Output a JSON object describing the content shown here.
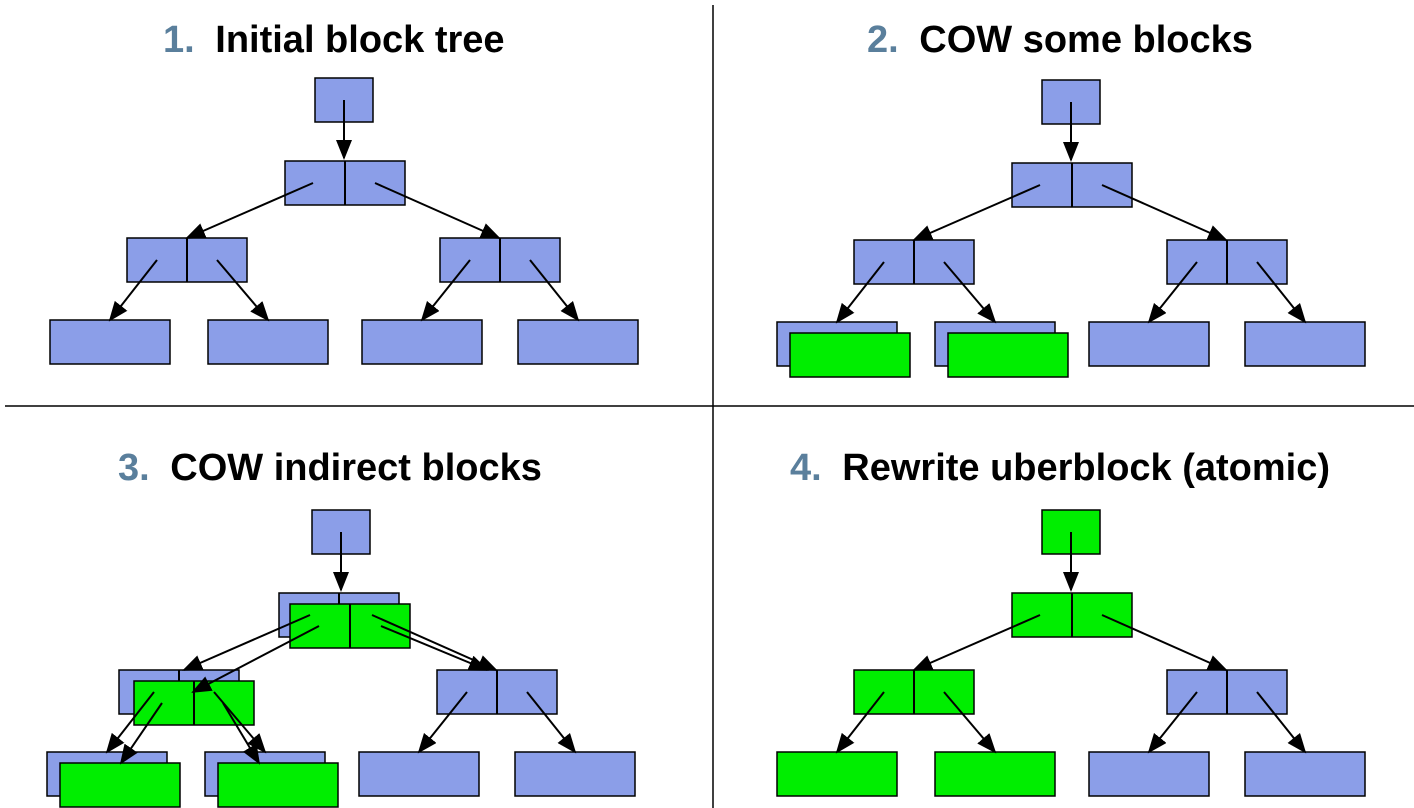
{
  "colors": {
    "old_block": "#8b9ee8",
    "new_block": "#00ee00",
    "number": "#5a7f9c",
    "title": "#000000",
    "line": "#000000"
  },
  "panels": [
    {
      "number": "1.",
      "title": "Initial block tree"
    },
    {
      "number": "2.",
      "title": "COW some blocks"
    },
    {
      "number": "3.",
      "title": "COW indirect blocks"
    },
    {
      "number": "4.",
      "title": "Rewrite uberblock (atomic)"
    }
  ]
}
